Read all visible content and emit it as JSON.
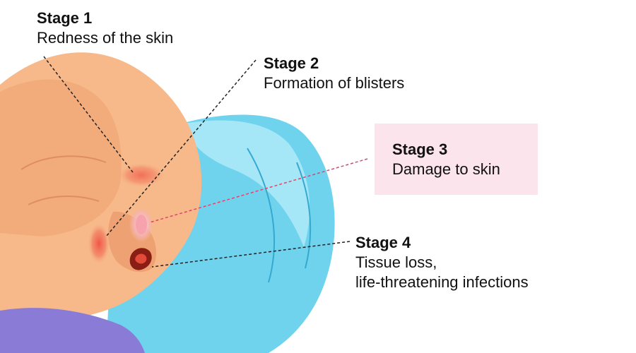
{
  "stages": [
    {
      "title": "Stage 1",
      "desc": "Redness of the skin"
    },
    {
      "title": "Stage 2",
      "desc": "Formation of blisters"
    },
    {
      "title": "Stage 3",
      "desc": "Damage to skin"
    },
    {
      "title": "Stage 4",
      "desc_line1": "Tissue loss,",
      "desc_line2": "life-threatening infections"
    }
  ],
  "colors": {
    "skin": "#f7b98a",
    "skin_shadow": "#e99a6a",
    "pillow": "#6fd3ee",
    "pillow_light": "#a6e7f7",
    "pillow_dark": "#35a9cf",
    "blanket": "#8a7bd6",
    "stage3_highlight": "#fce4ec",
    "redness": "#f0685a",
    "wound": "#8b1e14",
    "leader_black": "#222222",
    "leader_pink": "#e0446a"
  }
}
